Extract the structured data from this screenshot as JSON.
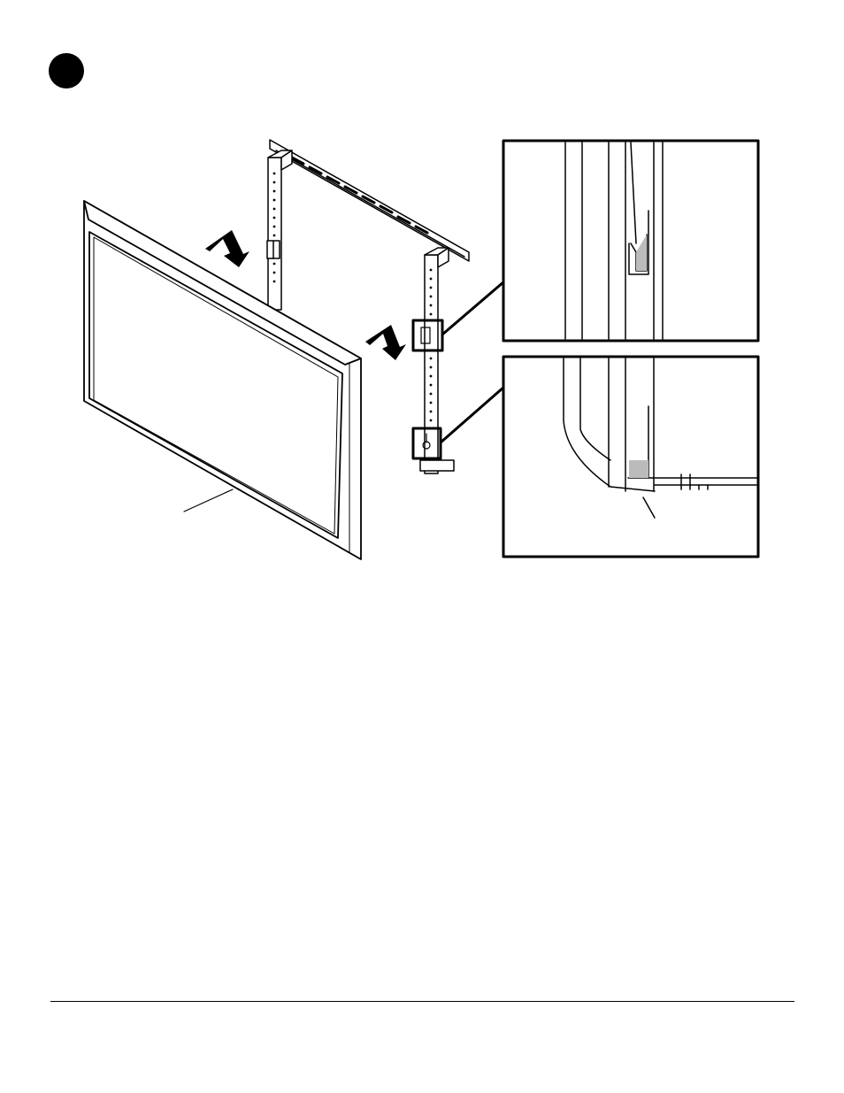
{
  "page": {
    "step_badge": {
      "shape": "filled-circle",
      "color": "#000000",
      "label": ""
    },
    "illustration": {
      "subject": "flat-panel-display-hanging-on-wall-bracket",
      "arrows": [
        "lift-up-and-over-arrow",
        "lift-up-and-over-arrow"
      ],
      "detail_views": [
        "upper-hook-detail",
        "lower-tab-detail"
      ]
    },
    "footer": {
      "rule_color": "#000000"
    }
  }
}
